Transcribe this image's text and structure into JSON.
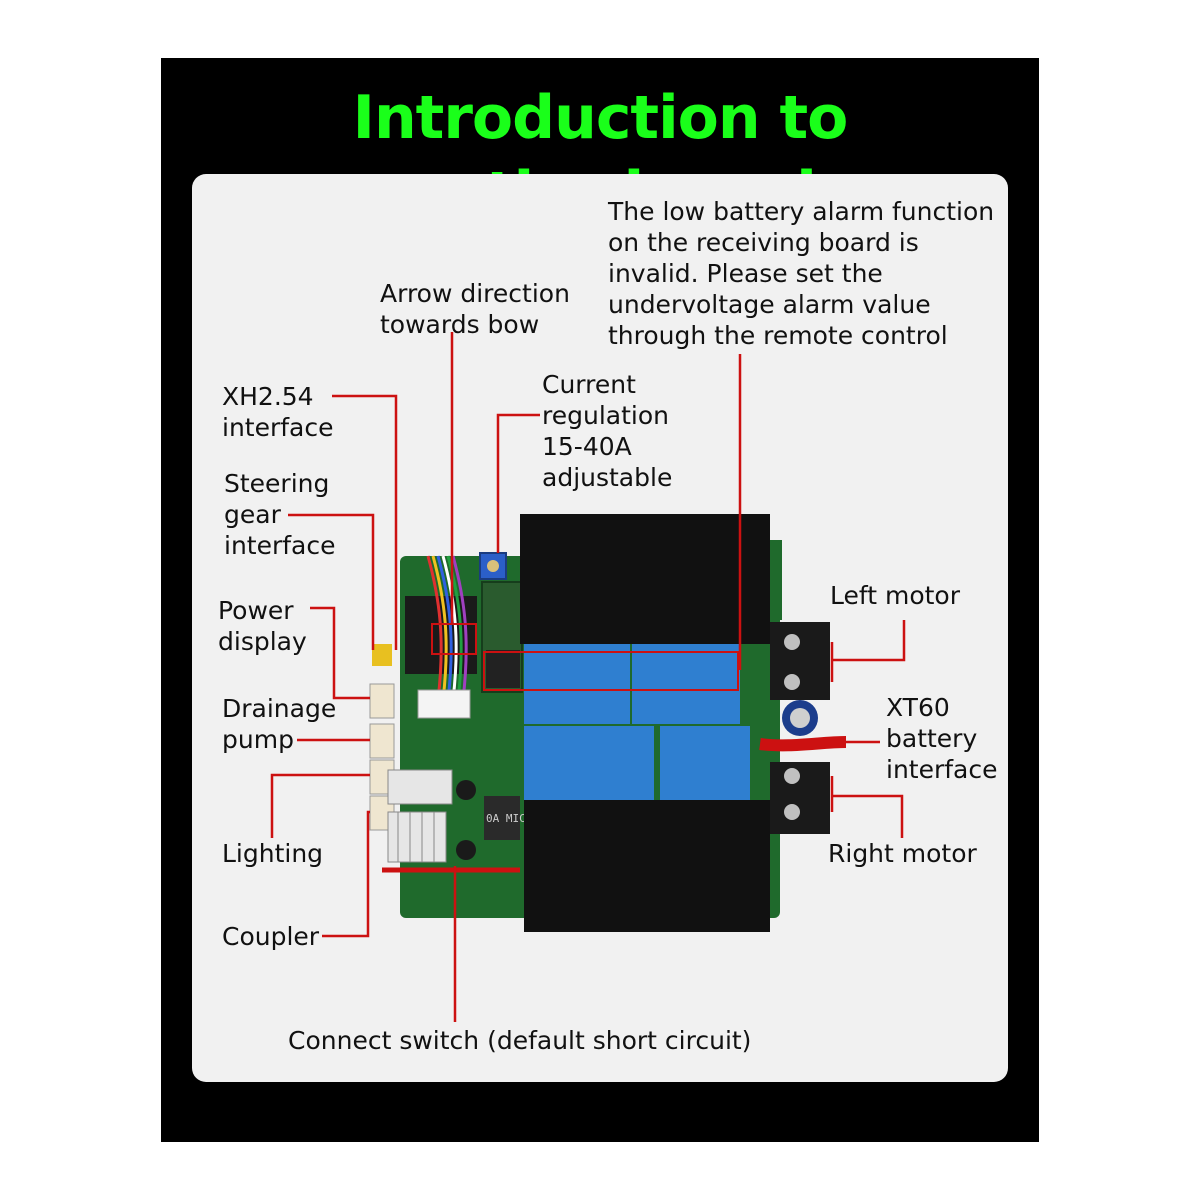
{
  "title": "Introduction to motherboard",
  "colors": {
    "title": "#1aff1a",
    "leader": "#cc1111",
    "pcb": "#1f6a2c",
    "relay": "#2f7fd0",
    "heatsink": "#111111"
  },
  "labels": {
    "low_battery": "The low battery alarm function\non the receiving board is\ninvalid. Please set the\nundervoltage alarm value\nthrough the remote control",
    "arrow_direction": "Arrow direction\ntowards bow",
    "current_regulation": "Current\nregulation\n15-40A\nadjustable",
    "xh254": "XH2.54\ninterface",
    "steering": "Steering\ngear\ninterface",
    "power_display": "Power\ndisplay",
    "drainage": "Drainage\npump",
    "lighting": "Lighting",
    "coupler": "Coupler",
    "left_motor": "Left motor",
    "xt60": "XT60\nbattery\ninterface",
    "right_motor": "Right motor",
    "connect_switch": "Connect switch (default short circuit)"
  },
  "board_markings": {
    "capacitor_text": "0A\nMIC"
  }
}
